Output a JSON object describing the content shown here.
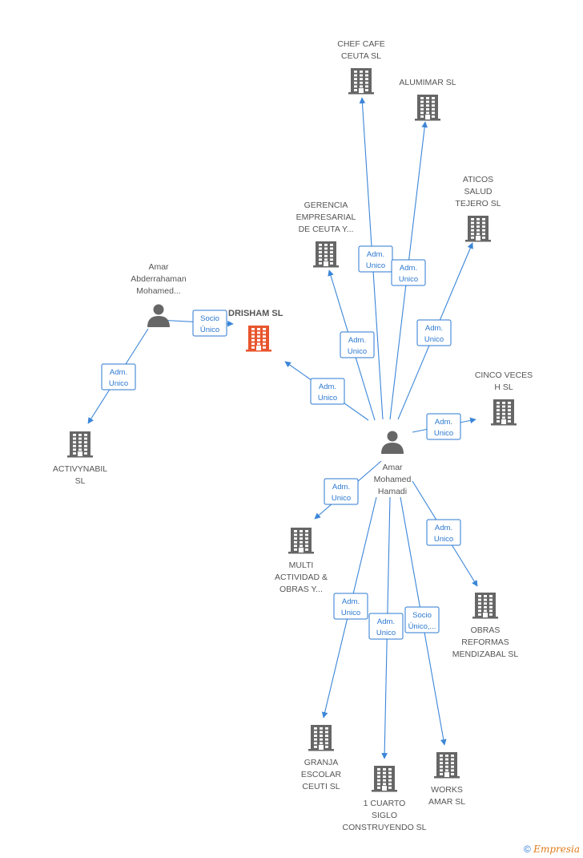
{
  "colors": {
    "edge": "#3b86d8",
    "node": "#666666",
    "highlight": "#e8552d",
    "brand": "#e07a1a"
  },
  "nodes": [
    {
      "id": "chef",
      "type": "company",
      "lines": [
        "CHEF CAFE",
        "CEUTA SL"
      ]
    },
    {
      "id": "alumimar",
      "type": "company",
      "lines": [
        "ALUMIMAR  SL"
      ]
    },
    {
      "id": "aticos",
      "type": "company",
      "lines": [
        "ATICOS",
        "SALUD",
        "TEJERO SL"
      ]
    },
    {
      "id": "gerencia",
      "type": "company",
      "lines": [
        "GERENCIA",
        "EMPRESARIAL",
        "DE CEUTA Y..."
      ]
    },
    {
      "id": "drisham",
      "type": "company",
      "highlight": true,
      "lines": [
        "DRISHAM SL"
      ]
    },
    {
      "id": "amar_abd",
      "type": "person",
      "lines": [
        "Amar",
        "Abderrahaman",
        "Mohamed..."
      ]
    },
    {
      "id": "activynabil",
      "type": "company",
      "lines": [
        "ACTIVYNABIL",
        "SL"
      ]
    },
    {
      "id": "cinco",
      "type": "company",
      "lines": [
        "CINCO VECES",
        "H  SL"
      ]
    },
    {
      "id": "amar_moh",
      "type": "person",
      "lines": [
        "Amar",
        "Mohamed",
        "Hamadi"
      ]
    },
    {
      "id": "multi",
      "type": "company",
      "lines": [
        "MULTI",
        "ACTIVIDAD &",
        "OBRAS Y..."
      ]
    },
    {
      "id": "obras",
      "type": "company",
      "lines": [
        "OBRAS",
        "REFORMAS",
        "MENDIZABAL SL"
      ]
    },
    {
      "id": "granja",
      "type": "company",
      "lines": [
        "GRANJA",
        "ESCOLAR",
        "CEUTI SL"
      ]
    },
    {
      "id": "cuarto",
      "type": "company",
      "lines": [
        "1 CUARTO",
        "SIGLO",
        "CONSTRUYENDO SL"
      ]
    },
    {
      "id": "works",
      "type": "company",
      "lines": [
        "WORKS",
        "AMAR SL"
      ]
    }
  ],
  "edges": [
    {
      "from": "amar_moh",
      "to": "chef",
      "lines": [
        "Adm.",
        "Unico"
      ]
    },
    {
      "from": "amar_moh",
      "to": "alumimar",
      "lines": [
        "Adm.",
        "Unico"
      ]
    },
    {
      "from": "amar_moh",
      "to": "aticos",
      "lines": [
        "Adm.",
        "Unico"
      ]
    },
    {
      "from": "amar_moh",
      "to": "gerencia",
      "lines": [
        "Adm.",
        "Unico"
      ]
    },
    {
      "from": "amar_moh",
      "to": "drisham",
      "lines": [
        "Adm.",
        "Unico"
      ]
    },
    {
      "from": "amar_moh",
      "to": "cinco",
      "lines": [
        "Adm.",
        "Unico"
      ]
    },
    {
      "from": "amar_moh",
      "to": "multi",
      "lines": [
        "Adm.",
        "Unico"
      ]
    },
    {
      "from": "amar_moh",
      "to": "obras",
      "lines": [
        "Adm.",
        "Unico"
      ]
    },
    {
      "from": "amar_moh",
      "to": "granja",
      "lines": [
        "Adm.",
        "Unico"
      ]
    },
    {
      "from": "amar_moh",
      "to": "cuarto",
      "lines": [
        "Adm.",
        "Unico"
      ]
    },
    {
      "from": "amar_moh",
      "to": "works",
      "lines": [
        "Socio",
        "Único,..."
      ]
    },
    {
      "from": "amar_abd",
      "to": "drisham",
      "lines": [
        "Socio",
        "Único"
      ]
    },
    {
      "from": "amar_abd",
      "to": "activynabil",
      "lines": [
        "Adm.",
        "Unico"
      ]
    }
  ],
  "footer": {
    "copyright": "©",
    "brand_initial": "E",
    "brand_rest": "mpresia"
  }
}
